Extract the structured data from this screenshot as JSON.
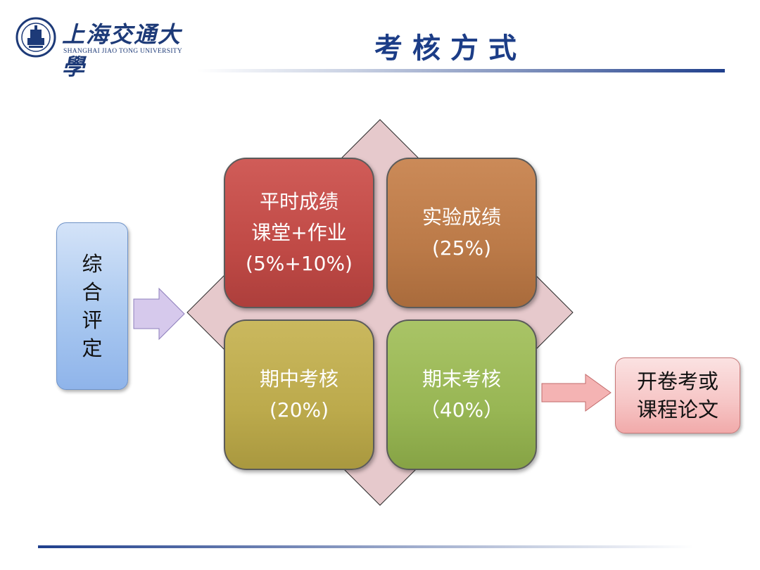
{
  "header": {
    "logo_cn": "上海交通大學",
    "logo_en": "SHANGHAI JIAO TONG UNIVERSITY",
    "title": "考核方式"
  },
  "diagram": {
    "source": {
      "lines": [
        "综",
        "合",
        "评",
        "定"
      ]
    },
    "quadrants": [
      {
        "lines": [
          "平时成绩",
          "课堂+作业",
          "(5%+10%)"
        ],
        "color": "#c04a46"
      },
      {
        "lines": [
          "实验成绩",
          "(25%)"
        ],
        "color": "#bb7a48"
      },
      {
        "lines": [
          "期中考核",
          "(20%)"
        ],
        "color": "#bcaa4c"
      },
      {
        "lines": [
          "期末考核",
          "（40%）"
        ],
        "color": "#98b654"
      }
    ],
    "outcome": {
      "lines": [
        "开卷考或",
        "课程论文"
      ]
    }
  },
  "colors": {
    "title": "#1c3d87",
    "diamond": "#e6c9cc",
    "arrow_left": "#d6c9ec",
    "arrow_right": "#f4b3b3"
  }
}
